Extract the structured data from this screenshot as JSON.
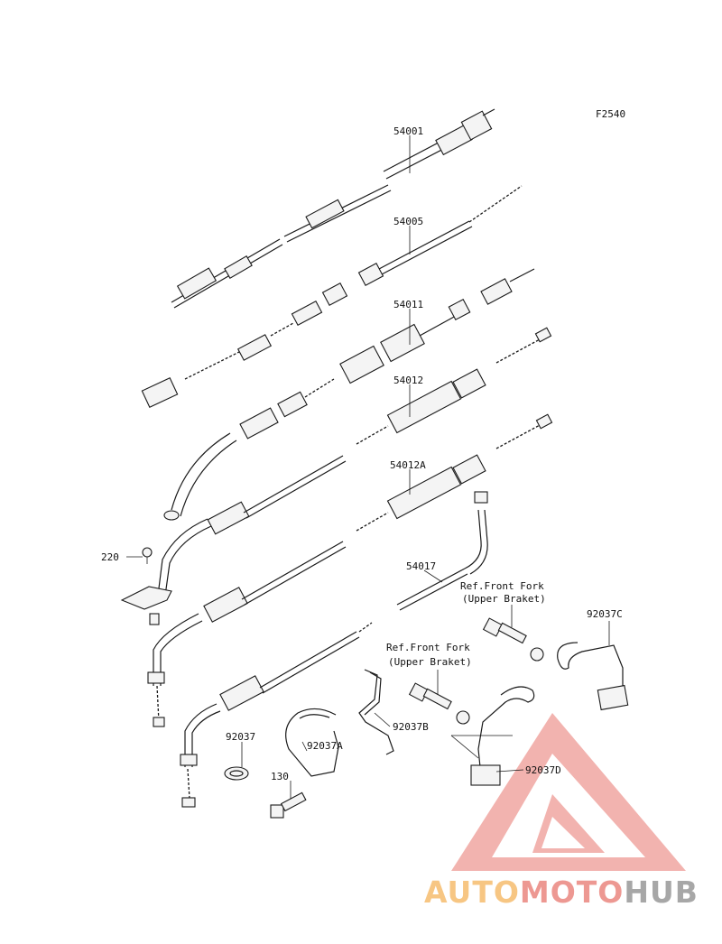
{
  "diagram_code": "F2540",
  "parts": {
    "p54001": "54001",
    "p54005": "54005",
    "p54011": "54011",
    "p54012": "54012",
    "p54012A": "54012A",
    "p54017": "54017",
    "p220": "220",
    "p92037": "92037",
    "p92037A": "92037A",
    "p92037B": "92037B",
    "p92037C": "92037C",
    "p92037D": "92037D",
    "p130": "130"
  },
  "refs": {
    "ref1_line1": "Ref.Front Fork",
    "ref1_line2": "(Upper Braket)",
    "ref2_line1": "Ref.Front Fork",
    "ref2_line2": "(Upper Braket)"
  },
  "watermark": {
    "part1": "AUTO",
    "part2": "MOTO",
    "part3": "HUB",
    "color_orange": "#f5b35a",
    "color_red": "#e8766e",
    "color_gray": "#8a8a8a"
  }
}
